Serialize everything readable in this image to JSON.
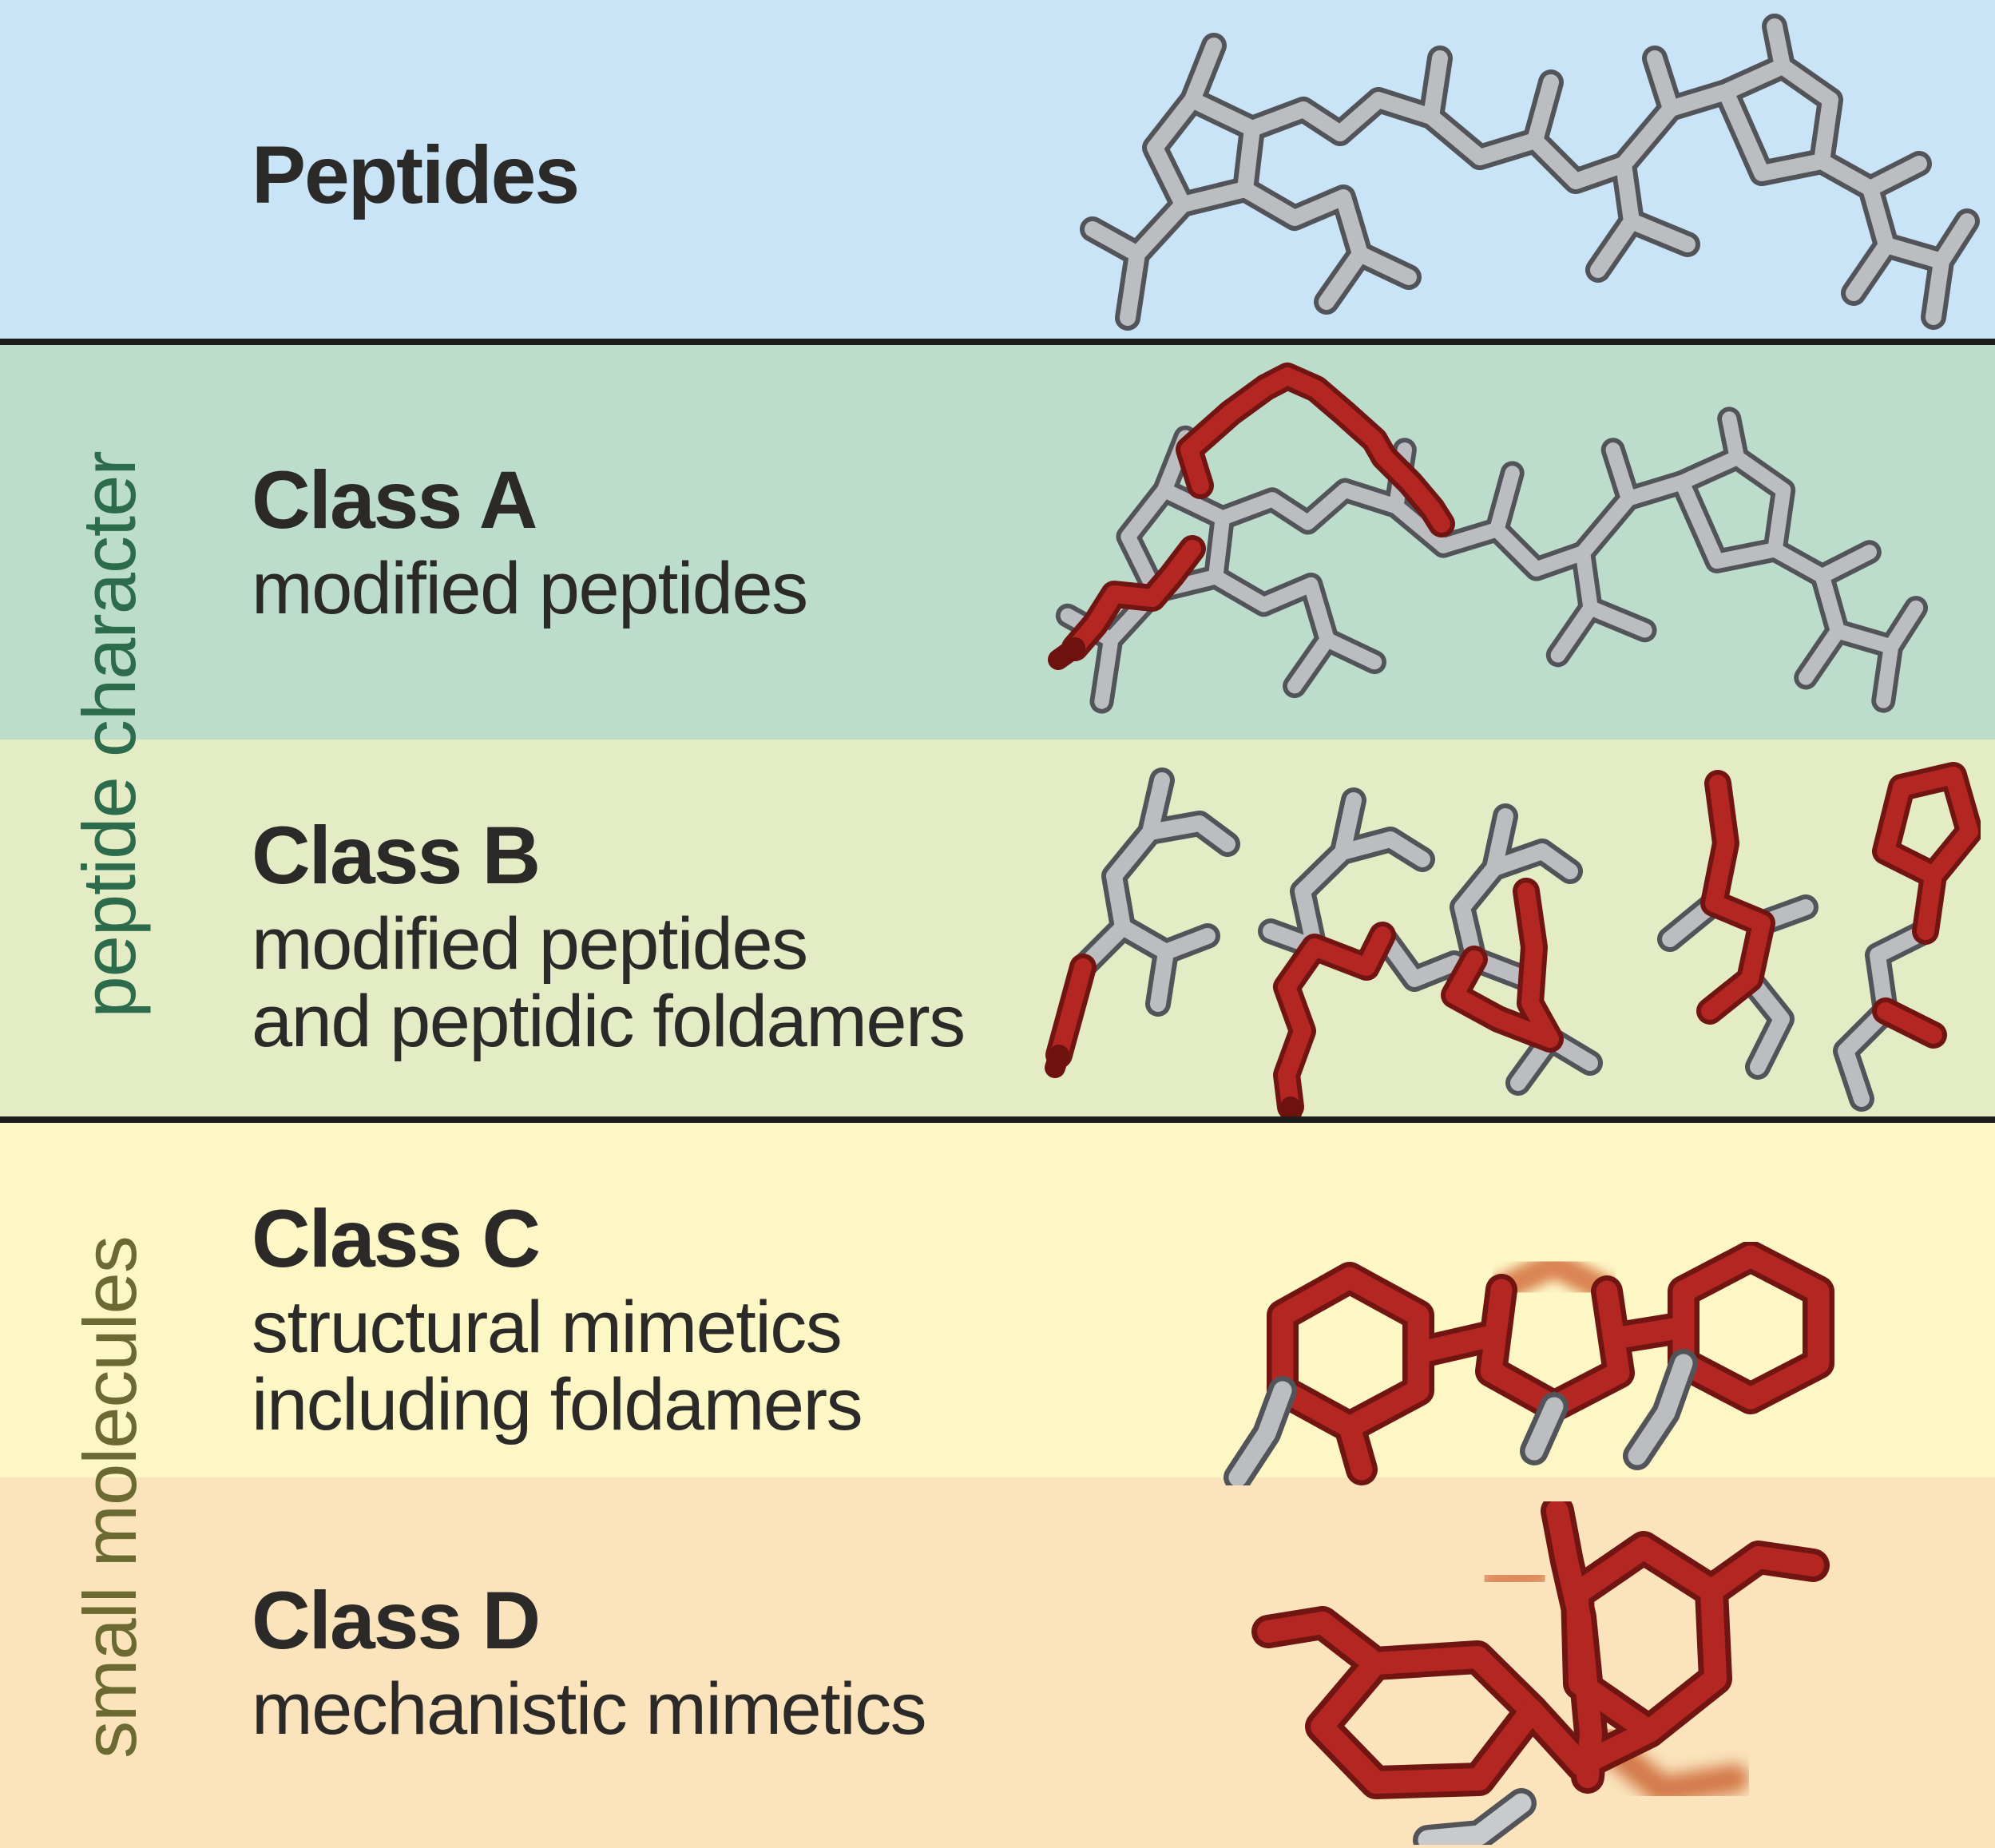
{
  "figure": {
    "description": "Classification of peptidomimetics into Classes A-D relative to peptides",
    "separator_color": "#1d1d1d",
    "heading_text_color": "#2b2a28"
  },
  "bands": [
    {
      "name": "peptides",
      "heading": "Peptides",
      "sublabels": [],
      "bg": "#c8e4f6",
      "molecule": "gray-peptide-stick-model"
    },
    {
      "name": "class-a",
      "heading": "Class A",
      "sublabels": [
        "modified peptides"
      ],
      "bg": "#bcdccc",
      "molecule": "gray-peptide-with-red-macrocycle-stick-model"
    },
    {
      "name": "class-b",
      "heading": "Class B",
      "sublabels": [
        "modified peptides",
        "and peptidic foldamers"
      ],
      "bg": "#e4ecc6",
      "molecule": "mixed-gray-red-foldamer-stick-model"
    },
    {
      "name": "class-c",
      "heading": "Class C",
      "sublabels": [
        "structural mimetics",
        "including foldamers"
      ],
      "bg": "#fdf6c5",
      "molecule": "red-three-ring-aromatic-stick-model"
    },
    {
      "name": "class-d",
      "heading": "Class D",
      "sublabels": [
        "mechanistic mimetics"
      ],
      "bg": "#fbe3bb",
      "molecule": "red-two-ring-small-molecule-stick-model"
    }
  ],
  "side_labels": [
    {
      "text": "peptide character",
      "color": "#2c6b4c",
      "spans": "class-a + class-b"
    },
    {
      "text": "small molecules",
      "color": "#6b6a33",
      "spans": "class-c + class-d"
    }
  ],
  "molecule_colors": {
    "carbon_gray": "#bcbdc0",
    "gray_outline": "#53545a",
    "oxygen_red": "#b32622",
    "red_outline": "#701511",
    "dark_cap_red": "#6e1210",
    "motion_blur_orange": "#d4713f"
  }
}
